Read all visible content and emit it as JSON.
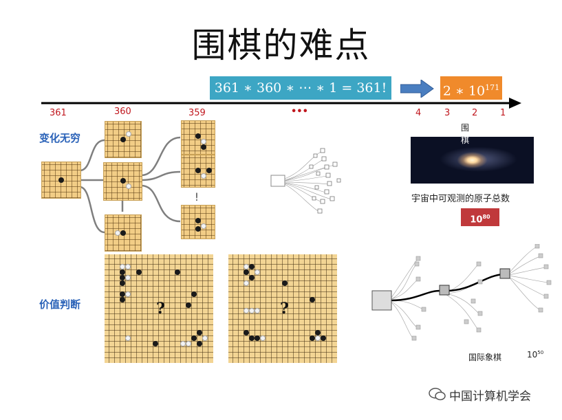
{
  "title": "围棋的难点",
  "formula": "361 ∗ 360 ∗ ⋯ ∗ 1 = 361!",
  "result": {
    "base": "2 ∗ 10",
    "exp": "171"
  },
  "ticks": [
    "361",
    "360",
    "359",
    "•••",
    "4",
    "3",
    "2",
    "1"
  ],
  "labels": {
    "variation": "变化无穷",
    "value": "价值判断"
  },
  "go_label_a": "围",
  "go_label_b": "棋",
  "universe_caption": "宇宙中可观测的原子总数",
  "atoms": {
    "base": "10",
    "exp": "80"
  },
  "question_marks": [
    "?",
    "?"
  ],
  "chess": {
    "label": "国际象棋",
    "base": "10",
    "exp": "50"
  },
  "footer": "中国计算机学会",
  "colors": {
    "formula_bg": "#3da6c4",
    "result_bg": "#f08a2b",
    "atoms_bg": "#c0393b",
    "tick": "#c0171e",
    "label": "#2a62b8"
  }
}
